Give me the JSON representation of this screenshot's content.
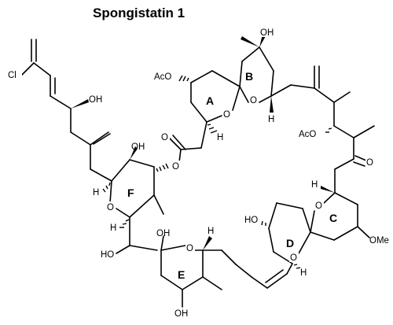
{
  "title": "Spongistatin 1",
  "rings": [
    "A",
    "B",
    "C",
    "D",
    "E",
    "F"
  ],
  "labels": {
    "oh_b": "OH",
    "aco_a": "AcO",
    "o_ring_a": "O",
    "o_ring_b": "O",
    "h_a": "H",
    "h_b": "H",
    "cl": "Cl",
    "oh_chain": "OH",
    "oh_f": "OH",
    "o_ester_carbonyl": "O",
    "o_ester": "O",
    "h_f1": "H",
    "o_ring_f": "O",
    "h_f2": "H",
    "ho_link": "HO",
    "oh_e1": "OH",
    "o_ring_e": "O",
    "h_e": "H",
    "oh_e2": "OH",
    "aco_right": "AcO",
    "o_ketone": "O",
    "h_c": "H",
    "o_ring_c": "O",
    "o_ring_d": "O",
    "ho_d": "HO",
    "ome": "OMe",
    "h_d": "H"
  }
}
